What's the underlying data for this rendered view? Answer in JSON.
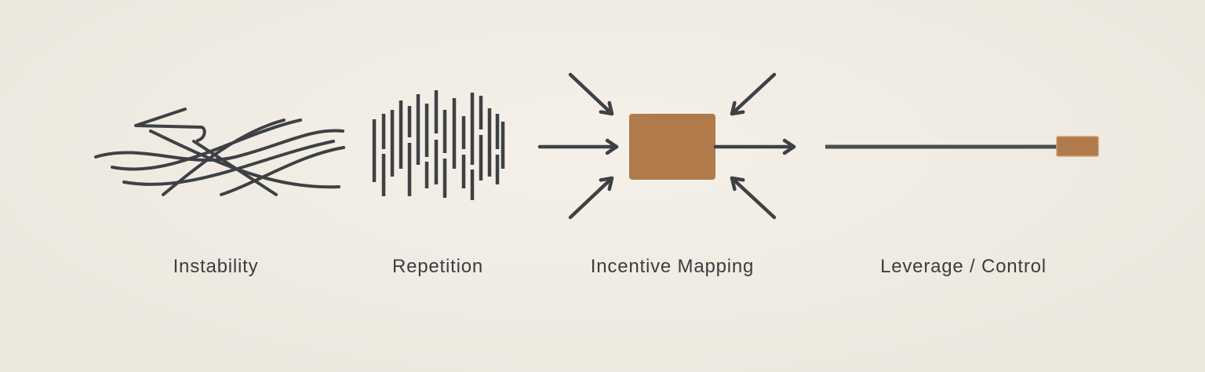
{
  "colors": {
    "background": "#f1ece2",
    "ink": "#3e4144",
    "ink_soft": "#4b4e51",
    "accent": "#b07a4b",
    "accent_border": "#c9a176",
    "label": "#3a3d40"
  },
  "stages": [
    {
      "label": "Instability",
      "icon": "tangled-lines-icon"
    },
    {
      "label": "Repetition",
      "icon": "vertical-bars-icon"
    },
    {
      "label": "Incentive Mapping",
      "icon": "converging-arrows-box-icon"
    },
    {
      "label": "Leverage / Control",
      "icon": "lever-line-block-icon"
    }
  ]
}
